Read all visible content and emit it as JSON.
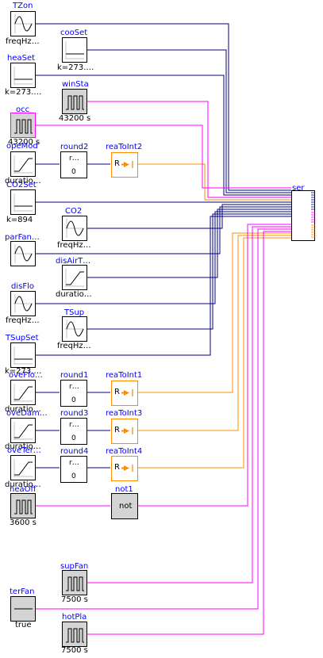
{
  "colors": {
    "real_signal": "#00007f",
    "boolean_signal": "#ff00ff",
    "integer_signal": "#ff8c00",
    "label_blue": "#0000ff"
  },
  "blocks": {
    "TZon": {
      "name": "TZon",
      "param": "freqHz…",
      "icon": "sine-icon"
    },
    "cooSet": {
      "name": "cooSet",
      "param": "k=273.…",
      "icon": "constant-icon"
    },
    "heaSet": {
      "name": "heaSet",
      "param": "k=273.…",
      "icon": "constant-icon"
    },
    "winSta": {
      "name": "winSta",
      "param": "43200 s",
      "icon": "pulse-icon"
    },
    "occ": {
      "name": "occ",
      "param": "43200 s",
      "icon": "pulse-icon"
    },
    "opeMod": {
      "name": "opeMod",
      "param": "duratio…",
      "icon": "ramp-icon"
    },
    "round2": {
      "name": "round2",
      "inner": "r…",
      "digits": "0"
    },
    "reaToInt2": {
      "name": "reaToInt2",
      "symbol": "R"
    },
    "CO2Set": {
      "name": "CO2Set",
      "param": "k=894",
      "icon": "constant-icon"
    },
    "CO2": {
      "name": "CO2",
      "param": "freqHz…",
      "icon": "sine-icon"
    },
    "parFan": {
      "name": "parFan…",
      "icon": "sine-icon"
    },
    "disAirT": {
      "name": "disAirT…",
      "param": "duratio…",
      "icon": "ramp-icon"
    },
    "disFlo": {
      "name": "disFlo",
      "param": "freqHz…",
      "icon": "sine-icon"
    },
    "TSup": {
      "name": "TSup",
      "param": "freqHz…",
      "icon": "sine-icon"
    },
    "TSupSet": {
      "name": "TSupSet",
      "param": "k=273.…",
      "icon": "constant-icon"
    },
    "oveFlo": {
      "name": "oveFlo…",
      "param": "duratio…",
      "icon": "ramp-icon"
    },
    "round1": {
      "name": "round1",
      "inner": "r…",
      "digits": "0"
    },
    "reaToInt1": {
      "name": "reaToInt1",
      "symbol": "R"
    },
    "oveDam": {
      "name": "oveDam…",
      "param": "duratio…",
      "icon": "ramp-icon"
    },
    "round3": {
      "name": "round3",
      "inner": "r…",
      "digits": "0"
    },
    "reaToInt3": {
      "name": "reaToInt3",
      "symbol": "R"
    },
    "oveTer": {
      "name": "oveTer…",
      "param": "duratio…",
      "icon": "ramp-icon"
    },
    "round4": {
      "name": "round4",
      "inner": "r…",
      "digits": "0"
    },
    "reaToInt4": {
      "name": "reaToInt4",
      "symbol": "R"
    },
    "heaOff": {
      "name": "heaOff",
      "param": "3600 s",
      "icon": "pulse-icon"
    },
    "not1": {
      "name": "not1",
      "inner": "not"
    },
    "supFan": {
      "name": "supFan",
      "param": "7500 s",
      "icon": "pulse-icon"
    },
    "terFan": {
      "name": "terFan",
      "param": "true",
      "icon": "boolean-constant-icon"
    },
    "hotPla": {
      "name": "hotPla",
      "param": "7500 s",
      "icon": "pulse-icon"
    },
    "ser": {
      "name": "ser"
    }
  }
}
